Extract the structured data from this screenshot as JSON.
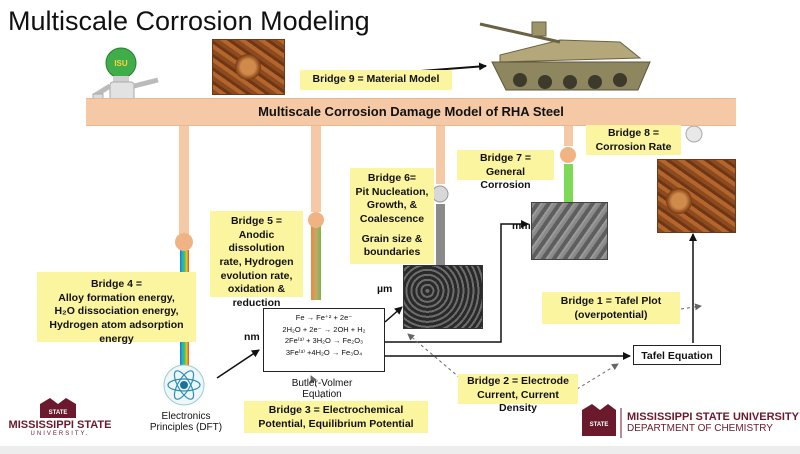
{
  "header": {
    "title": "Multiscale Corrosion Modeling"
  },
  "banner": {
    "label": "Multiscale Corrosion Damage Model of RHA Steel"
  },
  "bridges": {
    "b9": "Bridge 9 = Material Model",
    "b8": [
      "Bridge 8 =",
      "Corrosion Rate"
    ],
    "b7": [
      "Bridge 7 =",
      "General Corrosion"
    ],
    "b6": [
      "Bridge 6=",
      "Pit Nucleation,",
      "Growth, &",
      "Coalescence"
    ],
    "b6_extra": [
      "Grain size &",
      "boundaries"
    ],
    "b5": [
      "Bridge 5 =",
      "Anodic dissolution",
      "rate, Hydrogen",
      "evolution rate,",
      "oxidation &",
      "reduction"
    ],
    "b4": [
      "Bridge 4 =",
      "Alloy formation energy,",
      "H₂O dissociation energy,",
      "Hydrogen atom adsorption",
      "energy"
    ],
    "b1": [
      "Bridge 1 = Tafel Plot",
      "(overpotential)"
    ],
    "b2": [
      "Bridge 2 = Electrode",
      "Current, Current Density"
    ],
    "b3": [
      "Bridge 3 = Electrochemical",
      "Potential, Equilibrium Potential"
    ]
  },
  "equations": [
    "Fe → Fe⁺² + 2e⁻",
    "2H₂O + 2e⁻ → 2OH + H₂",
    "2Fe⁽³⁾ + 3H₂O → Fe₂O₃",
    "3Fe⁽³⁾ +4H₂O → Fe₃O₄"
  ],
  "labels": {
    "butler_volmer": [
      "Butler-Volmer",
      "Equation"
    ],
    "tafel_equation": "Tafel Equation",
    "electronics": [
      "Electronics",
      "Principles (DFT)"
    ]
  },
  "scales": {
    "nm": "nm",
    "um": "µm",
    "mm": "mm"
  },
  "robot_badge": "ISU",
  "logos": {
    "left": {
      "seal": "STATE",
      "name": "MISSISSIPPI STATE",
      "sub": "UNIVERSITY."
    },
    "right": {
      "seal": "STATE",
      "name": "MISSISSIPPI STATE UNIVERSITY™",
      "dept": "DEPARTMENT OF CHEMISTRY"
    }
  },
  "colors": {
    "banner": "#f6c9a6",
    "bridge_box": "#fcf5a0",
    "logo": "#6a1a2c",
    "arrow": "#111111"
  }
}
